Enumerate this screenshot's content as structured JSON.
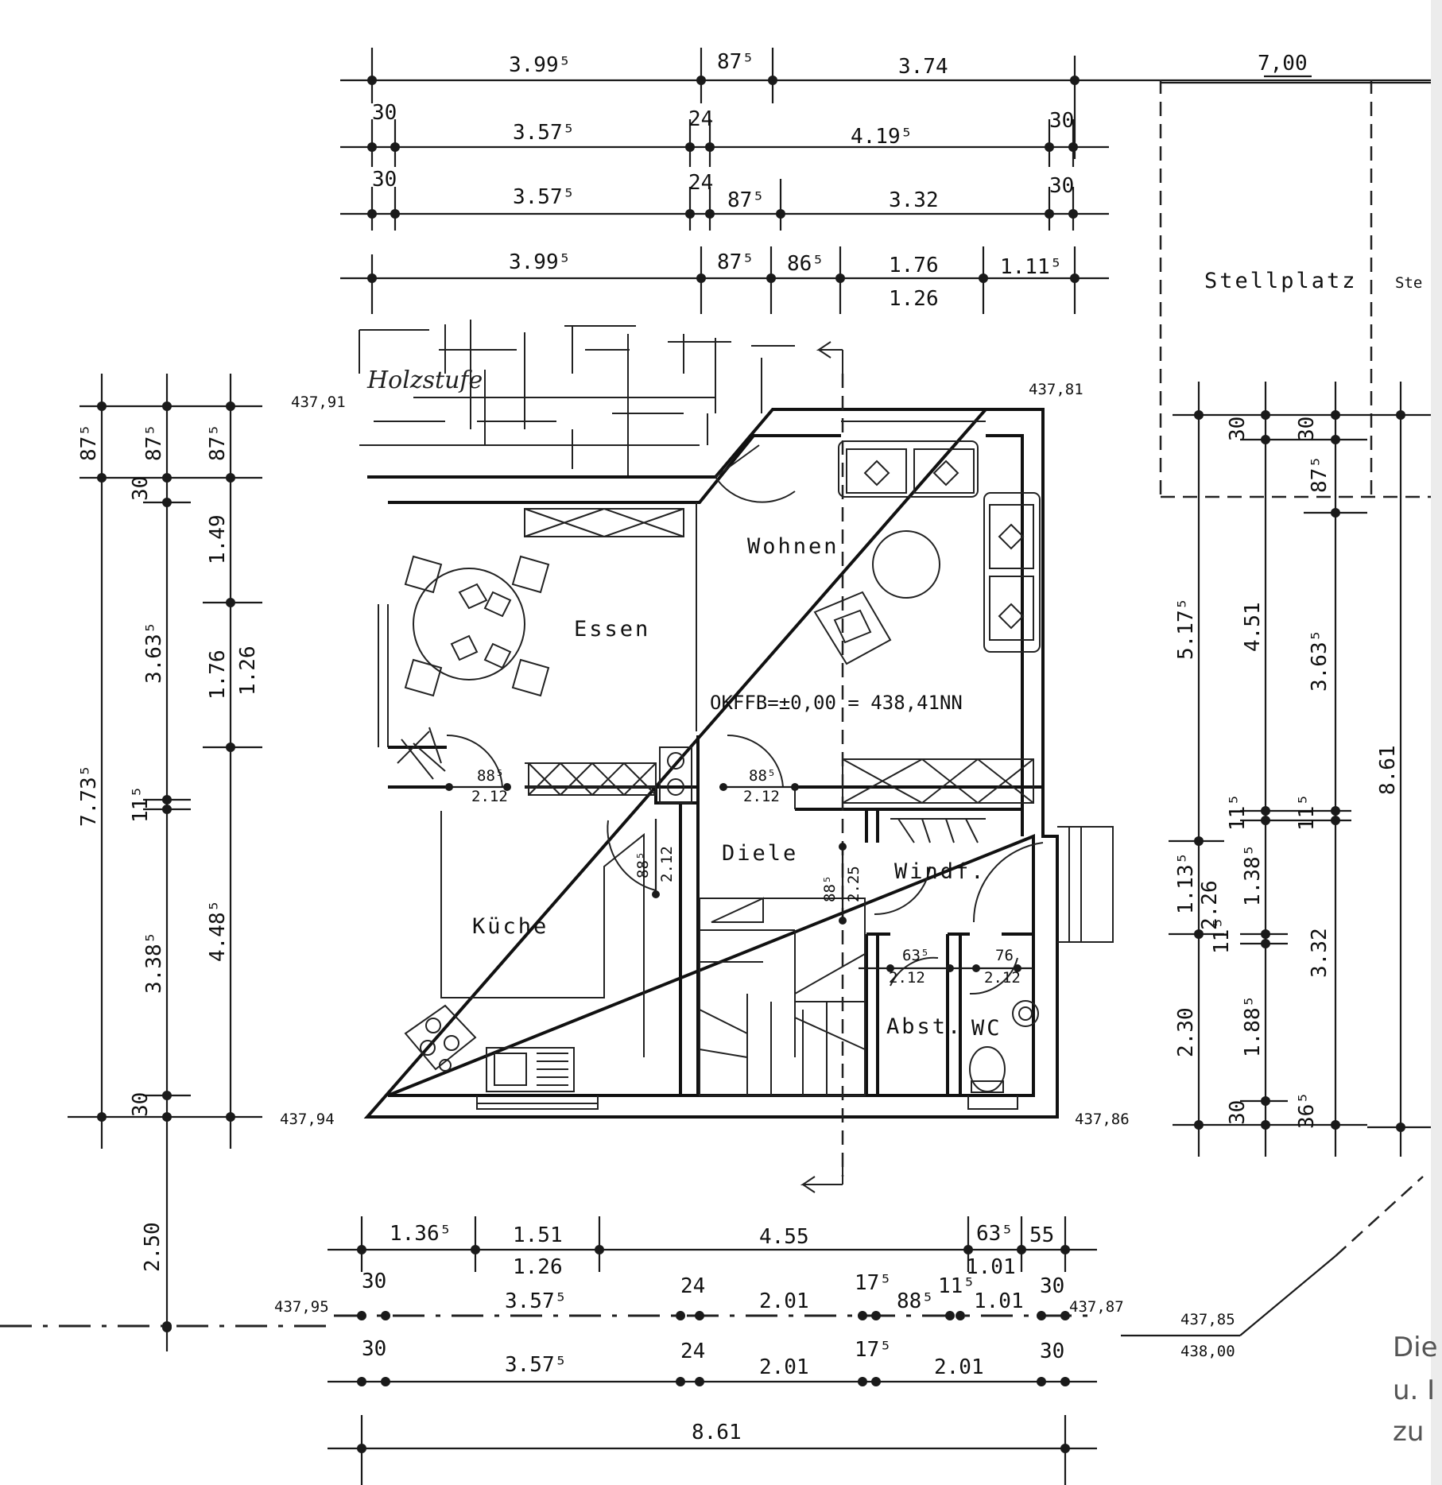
{
  "rooms": {
    "wohnen": "Wohnen",
    "essen": "Essen",
    "diele": "Diele",
    "windf": "Windf.",
    "kueche": "Küche",
    "abst": "Abst.",
    "wc": "WC",
    "stellplatz": "Stellplatz"
  },
  "level_label": "OKFFB=±0,00 = 438,41NN",
  "handwriting": "Holzstufe",
  "elevations": {
    "nw": "437,91",
    "ne": "437,81",
    "sw": "437,94",
    "se": "437,86",
    "path_w": "437,95",
    "path_e": "437,87",
    "street_upper": "437,85",
    "street_lower": "438,00"
  },
  "stellplatz_width": "7,00",
  "truncated_label": "Ste",
  "note_fragments": [
    "Die",
    "u. I",
    "zu"
  ],
  "dims_top": [
    [
      "3.99⁵",
      "87⁵",
      "3.74"
    ],
    [
      "30",
      "3.57⁵",
      "24",
      "4.19⁵",
      "30"
    ],
    [
      "30",
      "3.57⁵",
      "24",
      "87⁵",
      "3.32",
      "30"
    ],
    [
      "3.99⁵",
      "87⁵",
      "86⁵",
      "1.76",
      "1.11⁵",
      "1.26"
    ]
  ],
  "dims_bottom": [
    [
      "1.36⁵",
      "1.51",
      "4.55",
      "63⁵",
      "55",
      "1.26",
      "1.01"
    ],
    [
      "30",
      "3.57⁵",
      "24",
      "2.01",
      "17⁵",
      "88⁵",
      "11⁵",
      "1.01",
      "30"
    ],
    [
      "30",
      "3.57⁵",
      "24",
      "2.01",
      "17⁵",
      "2.01",
      "30"
    ],
    [
      "8.61"
    ]
  ],
  "dims_left": [
    "87⁵",
    "87⁵",
    "87⁵",
    "30",
    "1.49",
    "3.63⁵",
    "1.76",
    "1.26",
    "7.73⁵",
    "11⁵",
    "3.38⁵",
    "4.48⁵",
    "30",
    "2.50"
  ],
  "dims_right": [
    "30",
    "30",
    "87⁵",
    "5.17⁵",
    "4.51",
    "3.63⁵",
    "8.61",
    "11⁵",
    "11⁵",
    "1.13⁵",
    "2.26",
    "1.38⁵",
    "11⁵",
    "3.32",
    "2.30",
    "1.88⁵",
    "30",
    "36⁵"
  ],
  "openings": [
    "88⁵",
    "2.12",
    "88⁵",
    "2.12",
    "88⁵",
    "2.12",
    "88⁵",
    "2.25",
    "63⁵",
    "2.12",
    "76",
    "2.12"
  ]
}
